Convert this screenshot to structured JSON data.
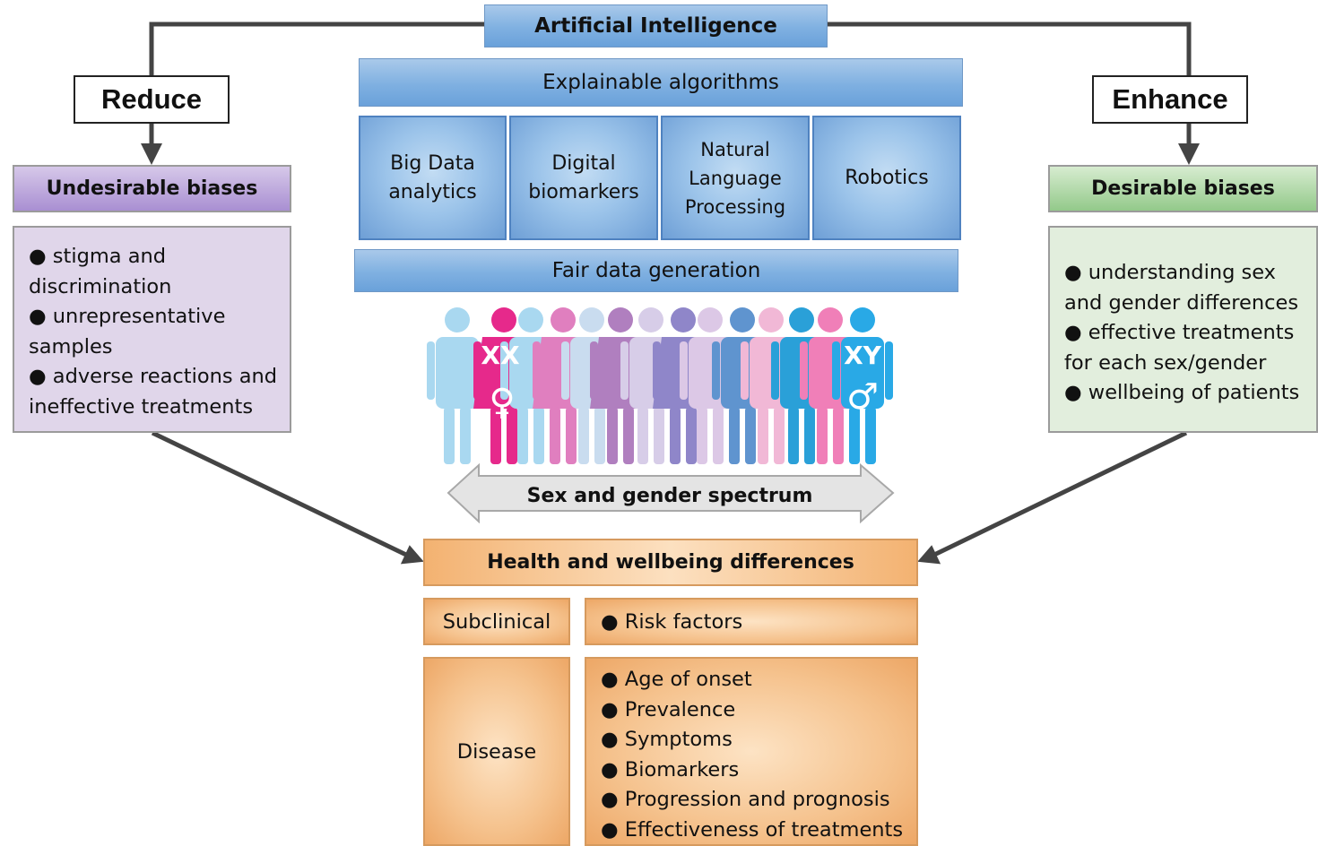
{
  "top": {
    "title": "Artificial Intelligence",
    "explainable": "Explainable algorithms",
    "tiles": [
      "Big Data analytics",
      "Digital biomarkers",
      "Natural Language Processing",
      "Robotics"
    ],
    "fair_data": "Fair data generation"
  },
  "left": {
    "action": "Reduce",
    "heading": "Undesirable biases",
    "items": [
      "stigma and discrimination",
      "unrepresentative samples",
      "adverse reactions and ineffective treatments"
    ]
  },
  "right": {
    "action": "Enhance",
    "heading": "Desirable biases",
    "items": [
      "understanding sex and gender differences",
      "effective treatments for each sex/gender",
      "wellbeing of patients"
    ]
  },
  "spectrum": {
    "label": "Sex and gender spectrum",
    "xx": "XX",
    "xy": "XY",
    "female_symbol": "♀",
    "male_symbol": "♂"
  },
  "outcomes": {
    "heading": "Health and wellbeing differences",
    "subclinical_label": "Subclinical",
    "subclinical_items": [
      "Risk factors"
    ],
    "disease_label": "Disease",
    "disease_items": [
      "Age of onset",
      "Prevalence",
      "Symptoms",
      "Biomarkers",
      "Progression and prognosis",
      "Effectiveness of treatments"
    ]
  },
  "colors": {
    "blue": "#7fb0e1",
    "purple": "#a98fd2",
    "green": "#93c98a",
    "orange": "#f5c28d",
    "female": "#e6298b",
    "male": "#29a9e6"
  }
}
